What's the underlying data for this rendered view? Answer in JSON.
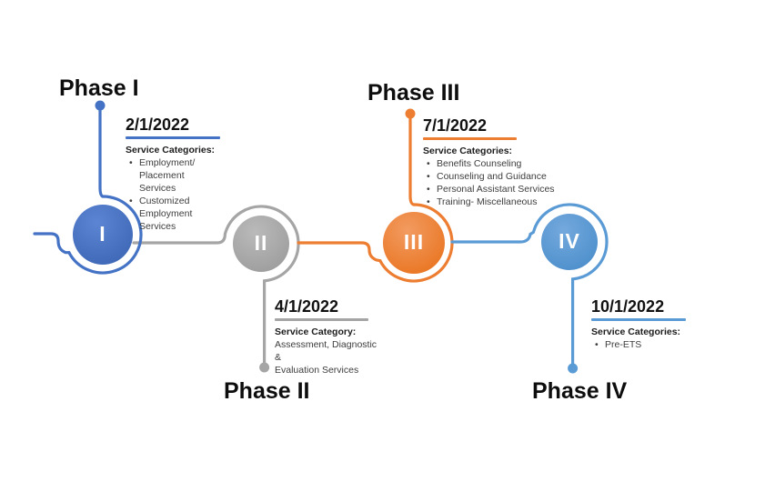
{
  "diagram_type": "timeline-process",
  "colors": {
    "blue": "#4472C4",
    "gray": "#A5A5A5",
    "orange": "#ED7D31",
    "light_blue": "#5B9BD5",
    "text_body": "#3d3d3d",
    "text_heading": "#0d0d0d"
  },
  "phases": [
    {
      "numeral": "I",
      "title": "Phase I",
      "date": "2/1/2022",
      "label": "Service Categories:",
      "items": [
        "Employment/ Placement\nServices",
        "Customized Employment\nServices"
      ]
    },
    {
      "numeral": "II",
      "title": "Phase II",
      "date": "4/1/2022",
      "label": "Service Category:",
      "body": "Assessment, Diagnostic &\nEvaluation Services"
    },
    {
      "numeral": "III",
      "title": "Phase III",
      "date": "7/1/2022",
      "label": "Service Categories:",
      "items": [
        "Benefits Counseling",
        "Counseling and Guidance",
        "Personal Assistant Services",
        "Training- Miscellaneous"
      ]
    },
    {
      "numeral": "IV",
      "title": "Phase IV",
      "date": "10/1/2022",
      "label": "Service Categories:",
      "items": [
        "Pre-ETS"
      ]
    }
  ]
}
